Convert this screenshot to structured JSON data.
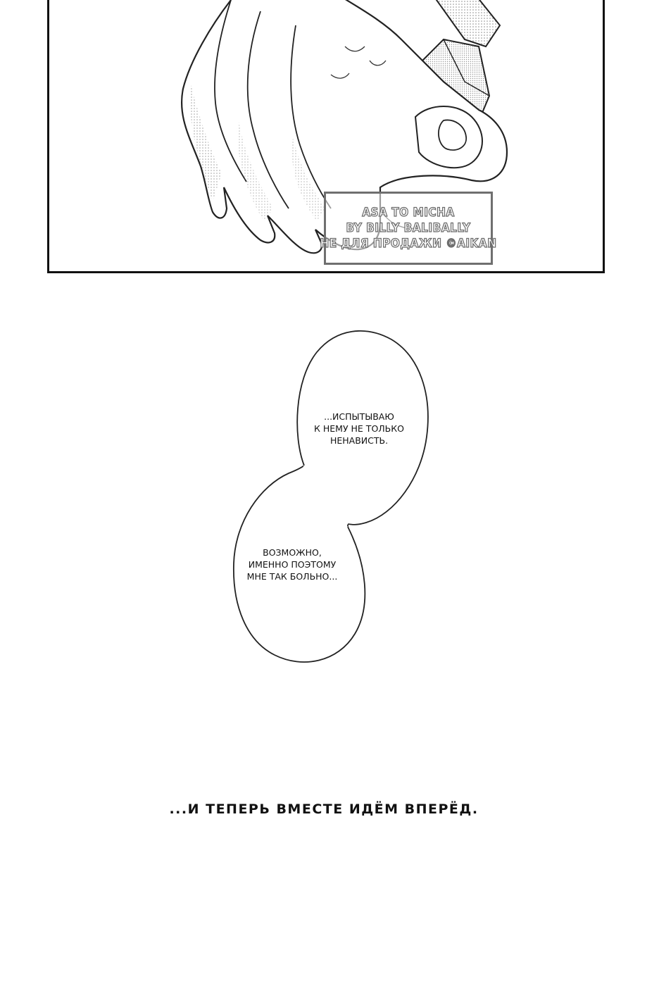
{
  "watermark": {
    "line1": "ASA TO MICHA",
    "line2": "BY BILLY BALIBALLY",
    "line3": "НЕ ДЛЯ ПРОДАЖИ ©AIKAN"
  },
  "bubbles": {
    "first": "...испытываю\nк нему не только\nненависть.",
    "second": "Возможно,\nименно поэтому\nмне так больно..."
  },
  "caption": "...и теперь вместе идём вперёд."
}
